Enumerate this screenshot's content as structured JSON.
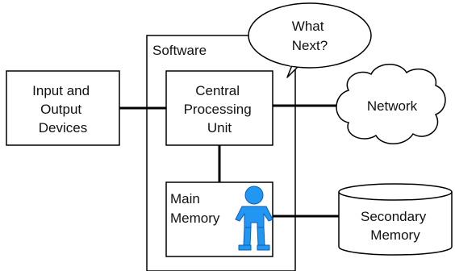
{
  "diagram": {
    "software_label": "Software",
    "speech_bubble": [
      "What",
      "Next?"
    ],
    "io_box": [
      "Input and",
      "Output",
      "Devices"
    ],
    "cpu_box": [
      "Central",
      "Processing",
      "Unit"
    ],
    "network_label": "Network",
    "memory_box": [
      "Main",
      "Memory"
    ],
    "secondary_memory": [
      "Secondary",
      "Memory"
    ]
  },
  "colors": {
    "stroke": "#000000",
    "box_fill": "#ffffff",
    "figure_fill": "#2196f3",
    "figure_dark": "#0b5fb3"
  },
  "icons": {
    "figure": "stick-person-icon",
    "cloud": "cloud-icon",
    "cylinder": "database-cylinder-icon"
  }
}
